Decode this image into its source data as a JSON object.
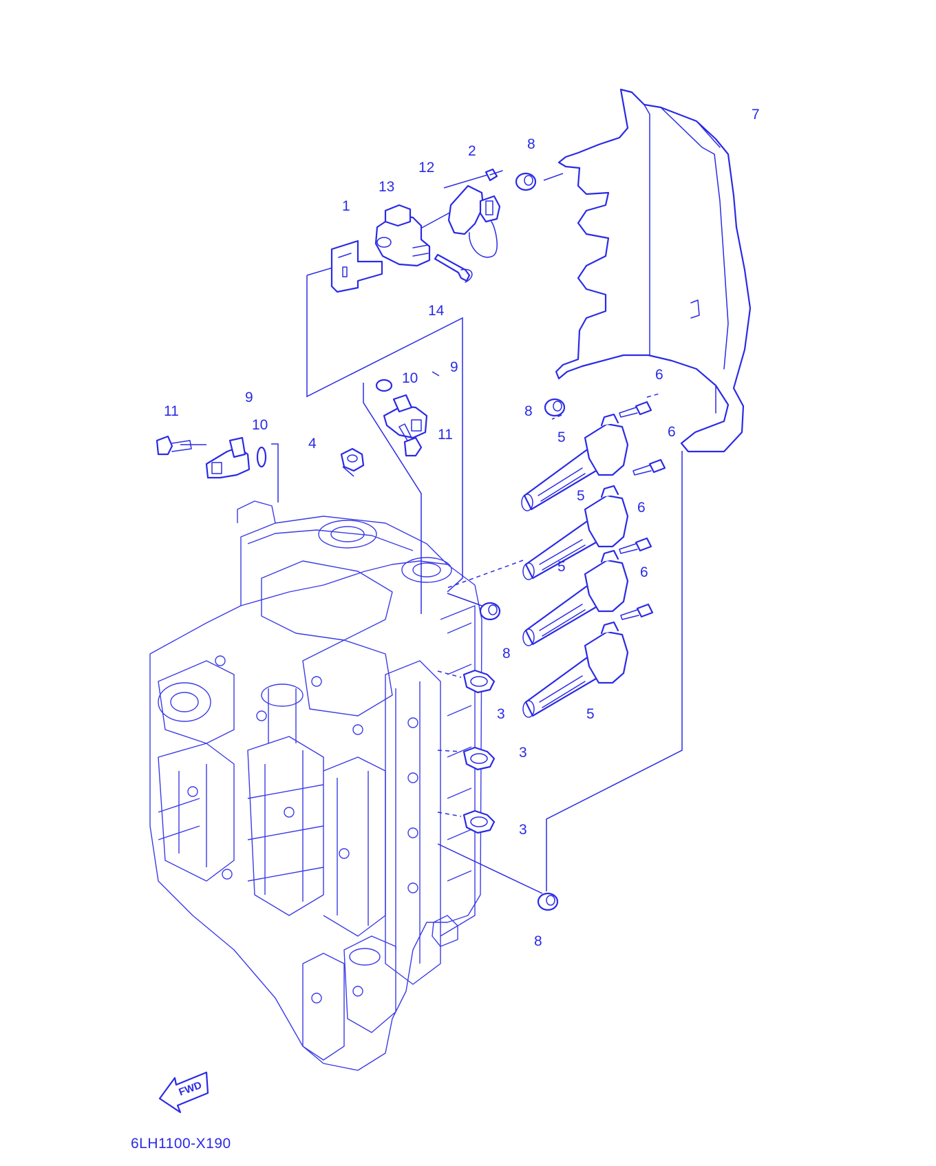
{
  "diagram": {
    "code": "6LH1100-X190",
    "fwd_label": "FWD",
    "callouts": [
      "1",
      "2",
      "3",
      "3",
      "3",
      "4",
      "5",
      "5",
      "5",
      "5",
      "6",
      "6",
      "6",
      "6",
      "7",
      "8",
      "8",
      "8",
      "8",
      "9",
      "9",
      "10",
      "10",
      "11",
      "11",
      "12",
      "13",
      "14"
    ]
  },
  "colors": {
    "line": "#2a2ae6",
    "background": "#ffffff"
  }
}
